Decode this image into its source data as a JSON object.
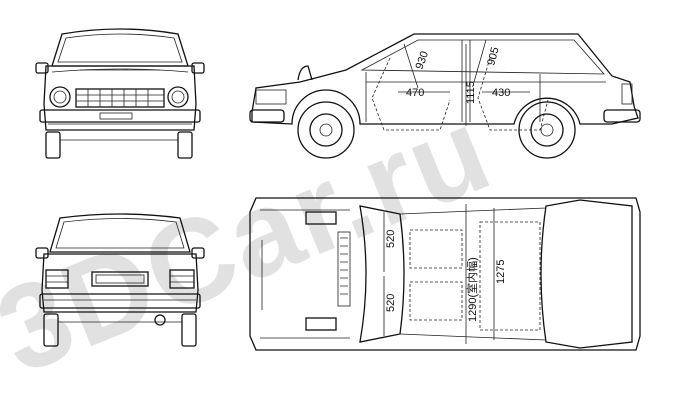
{
  "watermark": {
    "text": "3DCar.ru",
    "color": "#c9c9c9"
  },
  "side_view": {
    "dimensions": {
      "front_headroom": "930",
      "rear_headroom": "905",
      "front_legroom": "470",
      "height": "1115",
      "rear_legroom": "430"
    }
  },
  "top_view": {
    "dimensions": {
      "front_seat_width_a": "520",
      "front_seat_width_b": "520",
      "interior_width": "1290(室内幅)",
      "rear_width": "1275"
    }
  },
  "colors": {
    "line": "#111111",
    "background": "#ffffff"
  }
}
